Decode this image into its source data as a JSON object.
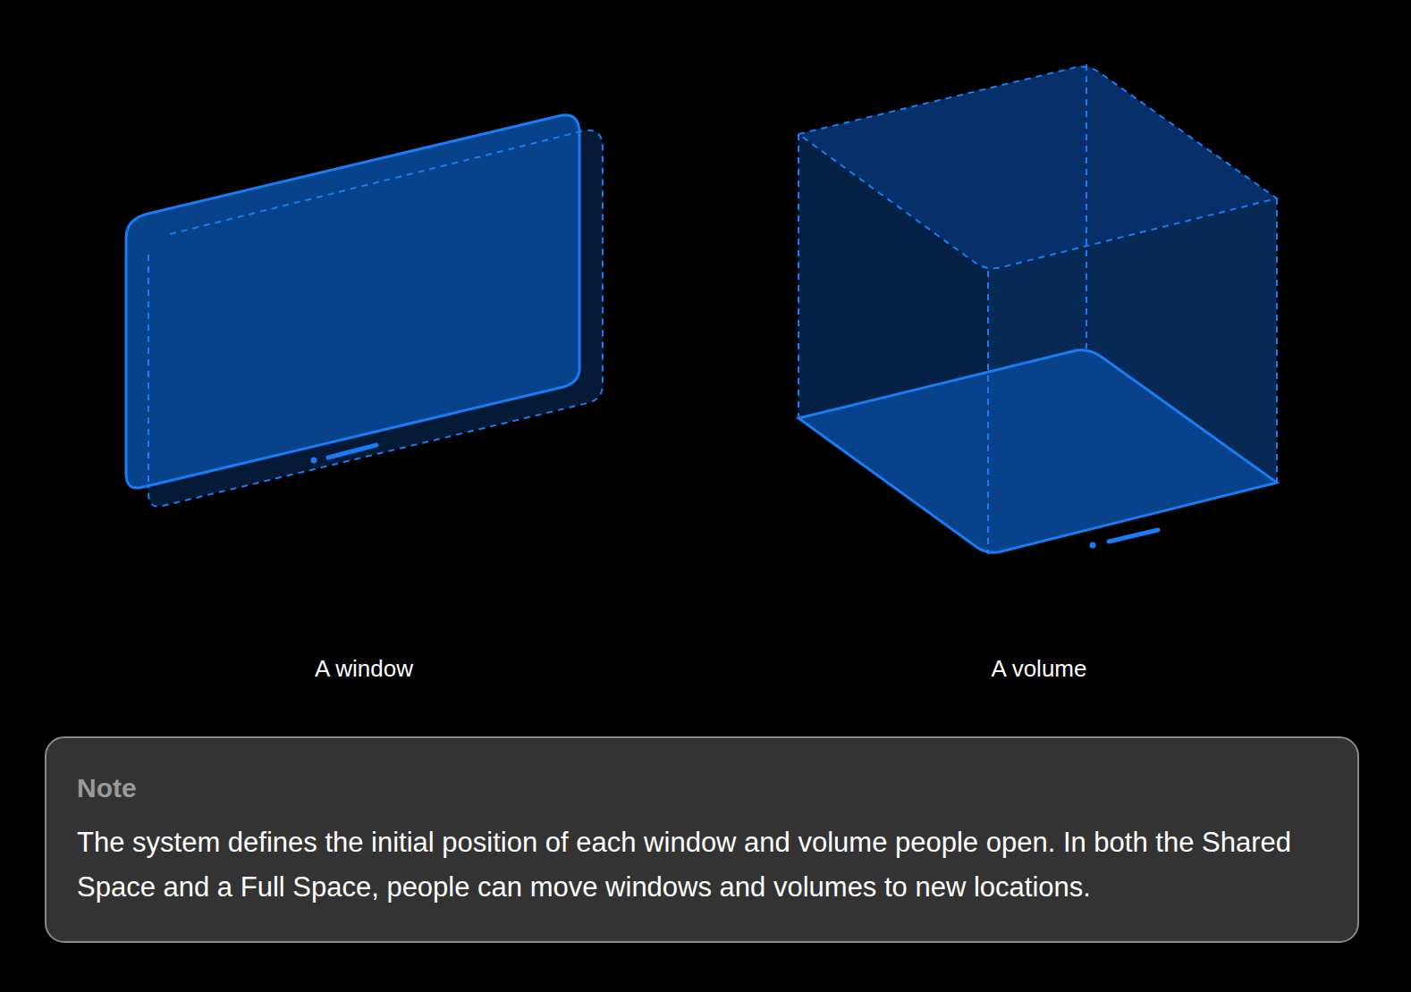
{
  "diagram": {
    "nodes": [
      {
        "text": [
          "Note",
          "The system defines the initial position of each window and volume people open. In both the Shared Space and a Full Space, people can move windows and volumes to new locations."
        ]
      }
    ],
    "labels": [
      "A window",
      "A volume"
    ]
  }
}
